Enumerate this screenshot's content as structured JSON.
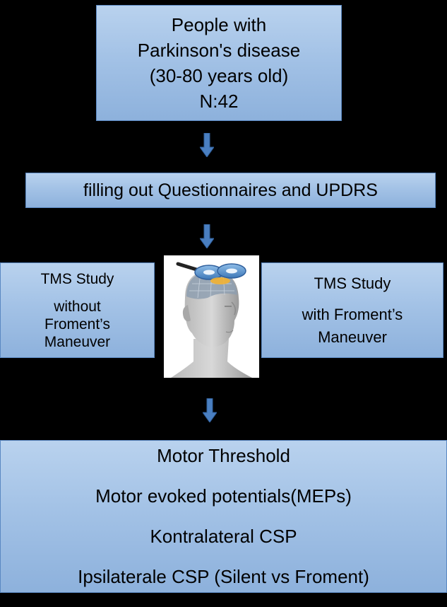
{
  "nodes": {
    "top": {
      "lines": [
        "People with",
        "Parkinson's disease",
        "(30-80 years old)",
        "N:42"
      ]
    },
    "questionnaires": {
      "text": "filling out Questionnaires and UPDRS"
    },
    "tms_without": {
      "lines": [
        "TMS Study",
        "without",
        "Froment’s",
        "Maneuver"
      ]
    },
    "tms_with": {
      "lines": [
        "TMS Study",
        "with Froment’s",
        "Maneuver"
      ]
    },
    "outcomes": {
      "lines": [
        "Motor Threshold",
        "Motor evoked potentials(MEPs)",
        "Kontralateral CSP",
        "Ipsilaterale CSP (Silent vs Froment)"
      ]
    }
  },
  "colors": {
    "background": "#000000",
    "box_fill": "#a3c2e6",
    "box_border": "#5a88c2",
    "arrow": "#4a7fc1"
  },
  "icons": {
    "arrows": "down-arrow-icon",
    "illustration": "tms-coil-head-illustration"
  }
}
